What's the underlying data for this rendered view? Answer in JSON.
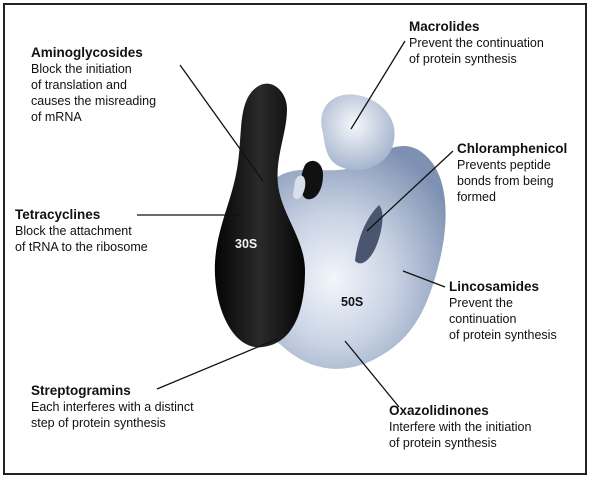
{
  "labels": {
    "aminoglycosides": {
      "name": "Aminoglycosides",
      "desc": "Block the initiation\nof translation and\ncauses the misreading\nof mRNA"
    },
    "macrolides": {
      "name": "Macrolides",
      "desc": "Prevent the continuation\nof protein synthesis"
    },
    "chloramphenicol": {
      "name": "Chloramphenicol",
      "desc": "Prevents peptide\nbonds from being\nformed"
    },
    "tetracyclines": {
      "name": "Tetracyclines",
      "desc": "Block the attachment\nof tRNA to the ribosome"
    },
    "lincosamides": {
      "name": "Lincosamides",
      "desc": "Prevent the\ncontinuation\nof protein synthesis"
    },
    "streptogramins": {
      "name": "Streptogramins",
      "desc": "Each interferes with a distinct\nstep of protein synthesis"
    },
    "oxazolidinones": {
      "name": "Oxazolidinones",
      "desc": "Interfere with the initiation\nof protein synthesis"
    }
  },
  "subunits": {
    "small": "30S",
    "large": "50S"
  },
  "colors": {
    "dark_subunit": "#0e0e0e",
    "light_subunit": "#9fb0cc",
    "highlight": "#f2f5fa",
    "line": "#111111"
  }
}
